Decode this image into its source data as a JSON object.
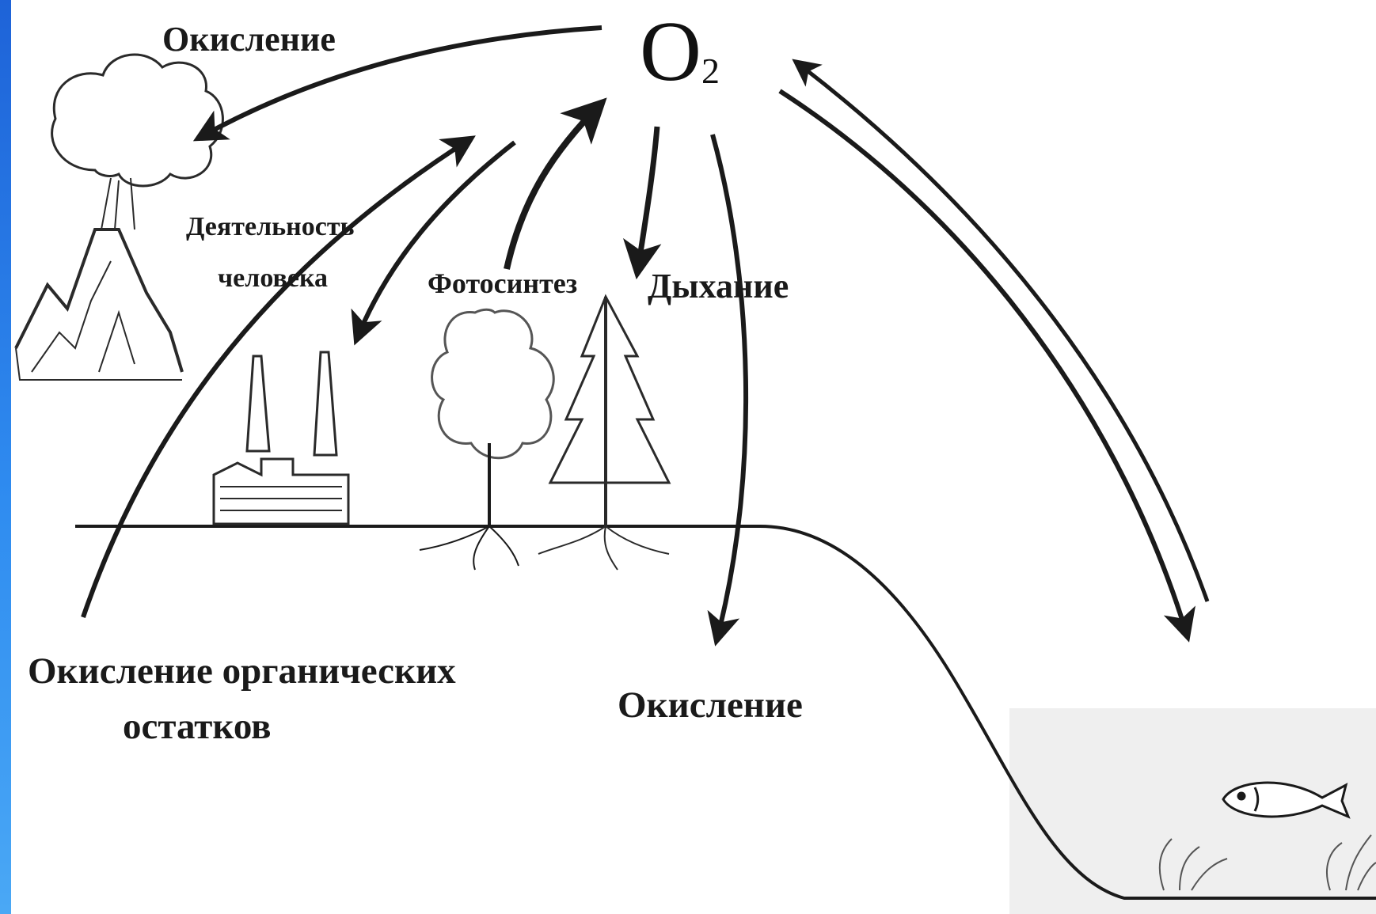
{
  "diagram": {
    "center": {
      "symbol": "O",
      "subscript": "2"
    },
    "labels": {
      "oxidation_volcano": "Окисление",
      "human_activity_line1": "Деятельность",
      "human_activity_line2": "человека",
      "photosynthesis": "Фотосинтез",
      "respiration": "Дыхание",
      "oxidation_organic_line1": "Окисление органических",
      "oxidation_organic_line2": "остатков",
      "oxidation_bottom": "Окисление"
    },
    "colors": {
      "ink": "#1a1a1a",
      "water": "#efefef",
      "slide_accent": "#2f8cf0"
    }
  }
}
